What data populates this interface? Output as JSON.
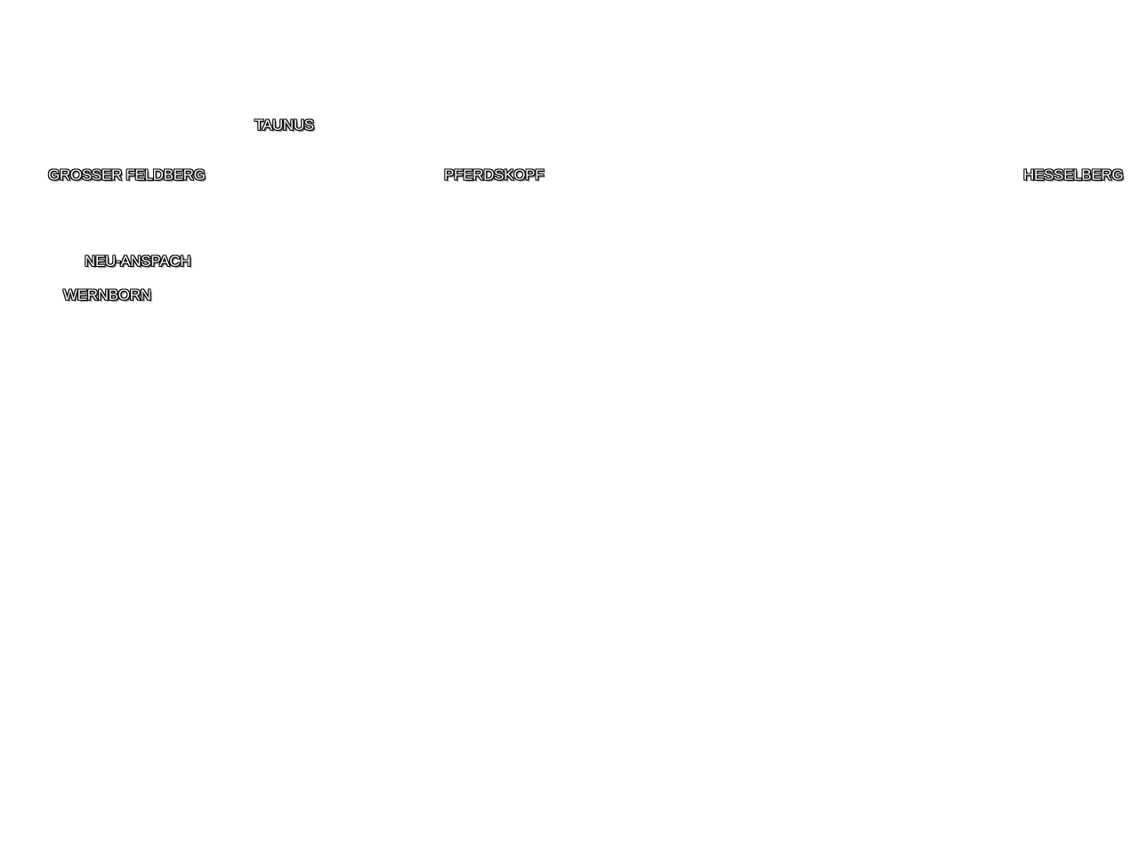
{
  "map": {
    "labels": {
      "region": "TAUNUS",
      "peak_feldberg": "GROSSER FELDBERG",
      "peak_pferdskopf": "PFERDSKOPF",
      "peak_hesselberg": "HESSELBERG",
      "town_neu_anspach": "NEU-ANSPACH",
      "village_wernborn": "WERNBORN"
    },
    "colors": {
      "background": "#ffffff",
      "label_fill": "#ffffff",
      "label_outline": "#000000"
    }
  }
}
